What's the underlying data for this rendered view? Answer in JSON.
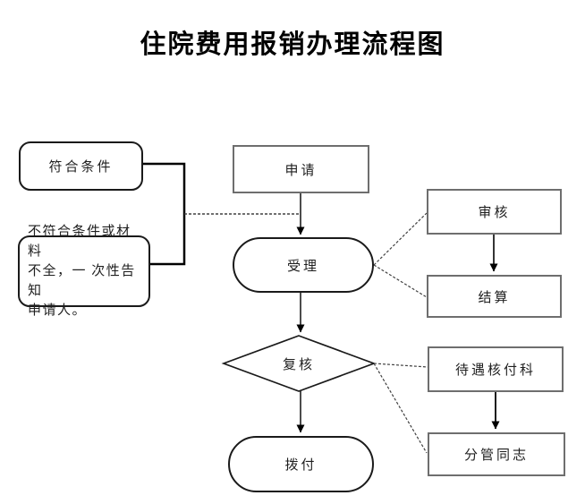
{
  "title": "住院费用报销办理流程图",
  "nodes": {
    "eligible": {
      "label": "符合条件"
    },
    "not_eligible": {
      "lines": [
        "不符合条件或材料",
        "不全，一 次性告知",
        "申请人。"
      ]
    },
    "apply": {
      "label": "申请"
    },
    "accept": {
      "label": "受理"
    },
    "audit": {
      "label": "审核"
    },
    "settle": {
      "label": "结算"
    },
    "review": {
      "label": "复核"
    },
    "disburse": {
      "label": "拨付"
    },
    "benefit_dept": {
      "label": "待遇核付科"
    },
    "supervisor": {
      "label": "分管同志"
    }
  },
  "edges": [
    {
      "from": "apply",
      "to": "accept",
      "style": "solid-arrow"
    },
    {
      "from": "accept",
      "to": "review",
      "style": "solid-arrow"
    },
    {
      "from": "review",
      "to": "disburse",
      "style": "solid-arrow"
    },
    {
      "from": "audit",
      "to": "settle",
      "style": "solid-arrow"
    },
    {
      "from": "benefit_dept",
      "to": "supervisor",
      "style": "solid-arrow"
    },
    {
      "from": "eligible",
      "to": "not_eligible",
      "style": "solid-elbow"
    },
    {
      "from": "eligible-junction",
      "to": "apply-accept-line",
      "style": "dashed"
    },
    {
      "from": "accept",
      "to": "audit",
      "style": "dashed"
    },
    {
      "from": "accept",
      "to": "settle",
      "style": "dashed"
    },
    {
      "from": "review",
      "to": "benefit_dept",
      "style": "dashed"
    },
    {
      "from": "review",
      "to": "supervisor",
      "style": "dashed"
    }
  ],
  "colors": {
    "background": "#ffffff",
    "solid_line": "#000000",
    "dashed_line": "#404040",
    "rect_border": "#6e6e6e",
    "rounded_border": "#1a1a1a",
    "text": "#000000"
  }
}
